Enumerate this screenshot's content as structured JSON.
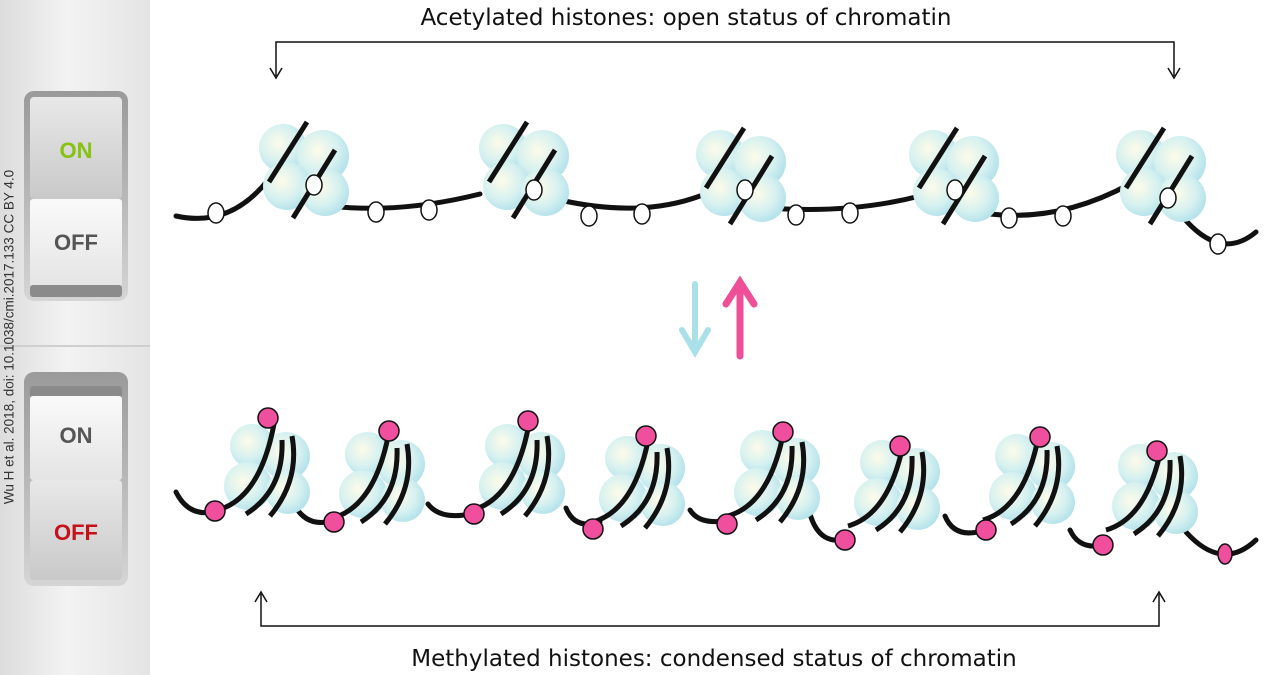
{
  "credit": "Wu H et al. 2018, doi: 10.1038/cmi.2017.133 CC BY 4.0",
  "switch_on_state": {
    "on_label": "ON",
    "off_label": "OFF",
    "on_color": "#86c20f",
    "off_color": "#555555"
  },
  "switch_off_state": {
    "on_label": "ON",
    "off_label": "OFF",
    "on_color": "#555555",
    "off_color": "#c4111a"
  },
  "top_label": "Acetylated histones: open status of chromatin",
  "bottom_label": "Methylated histones: condensed status of chromatin",
  "colors": {
    "nucleosome": "#bfe9ef",
    "acetyl_mark": "#ffffff",
    "methyl_mark": "#ef4f9d",
    "arrow_down": "#a9e0ea",
    "arrow_up": "#ee4f97",
    "dna": "#111111"
  }
}
